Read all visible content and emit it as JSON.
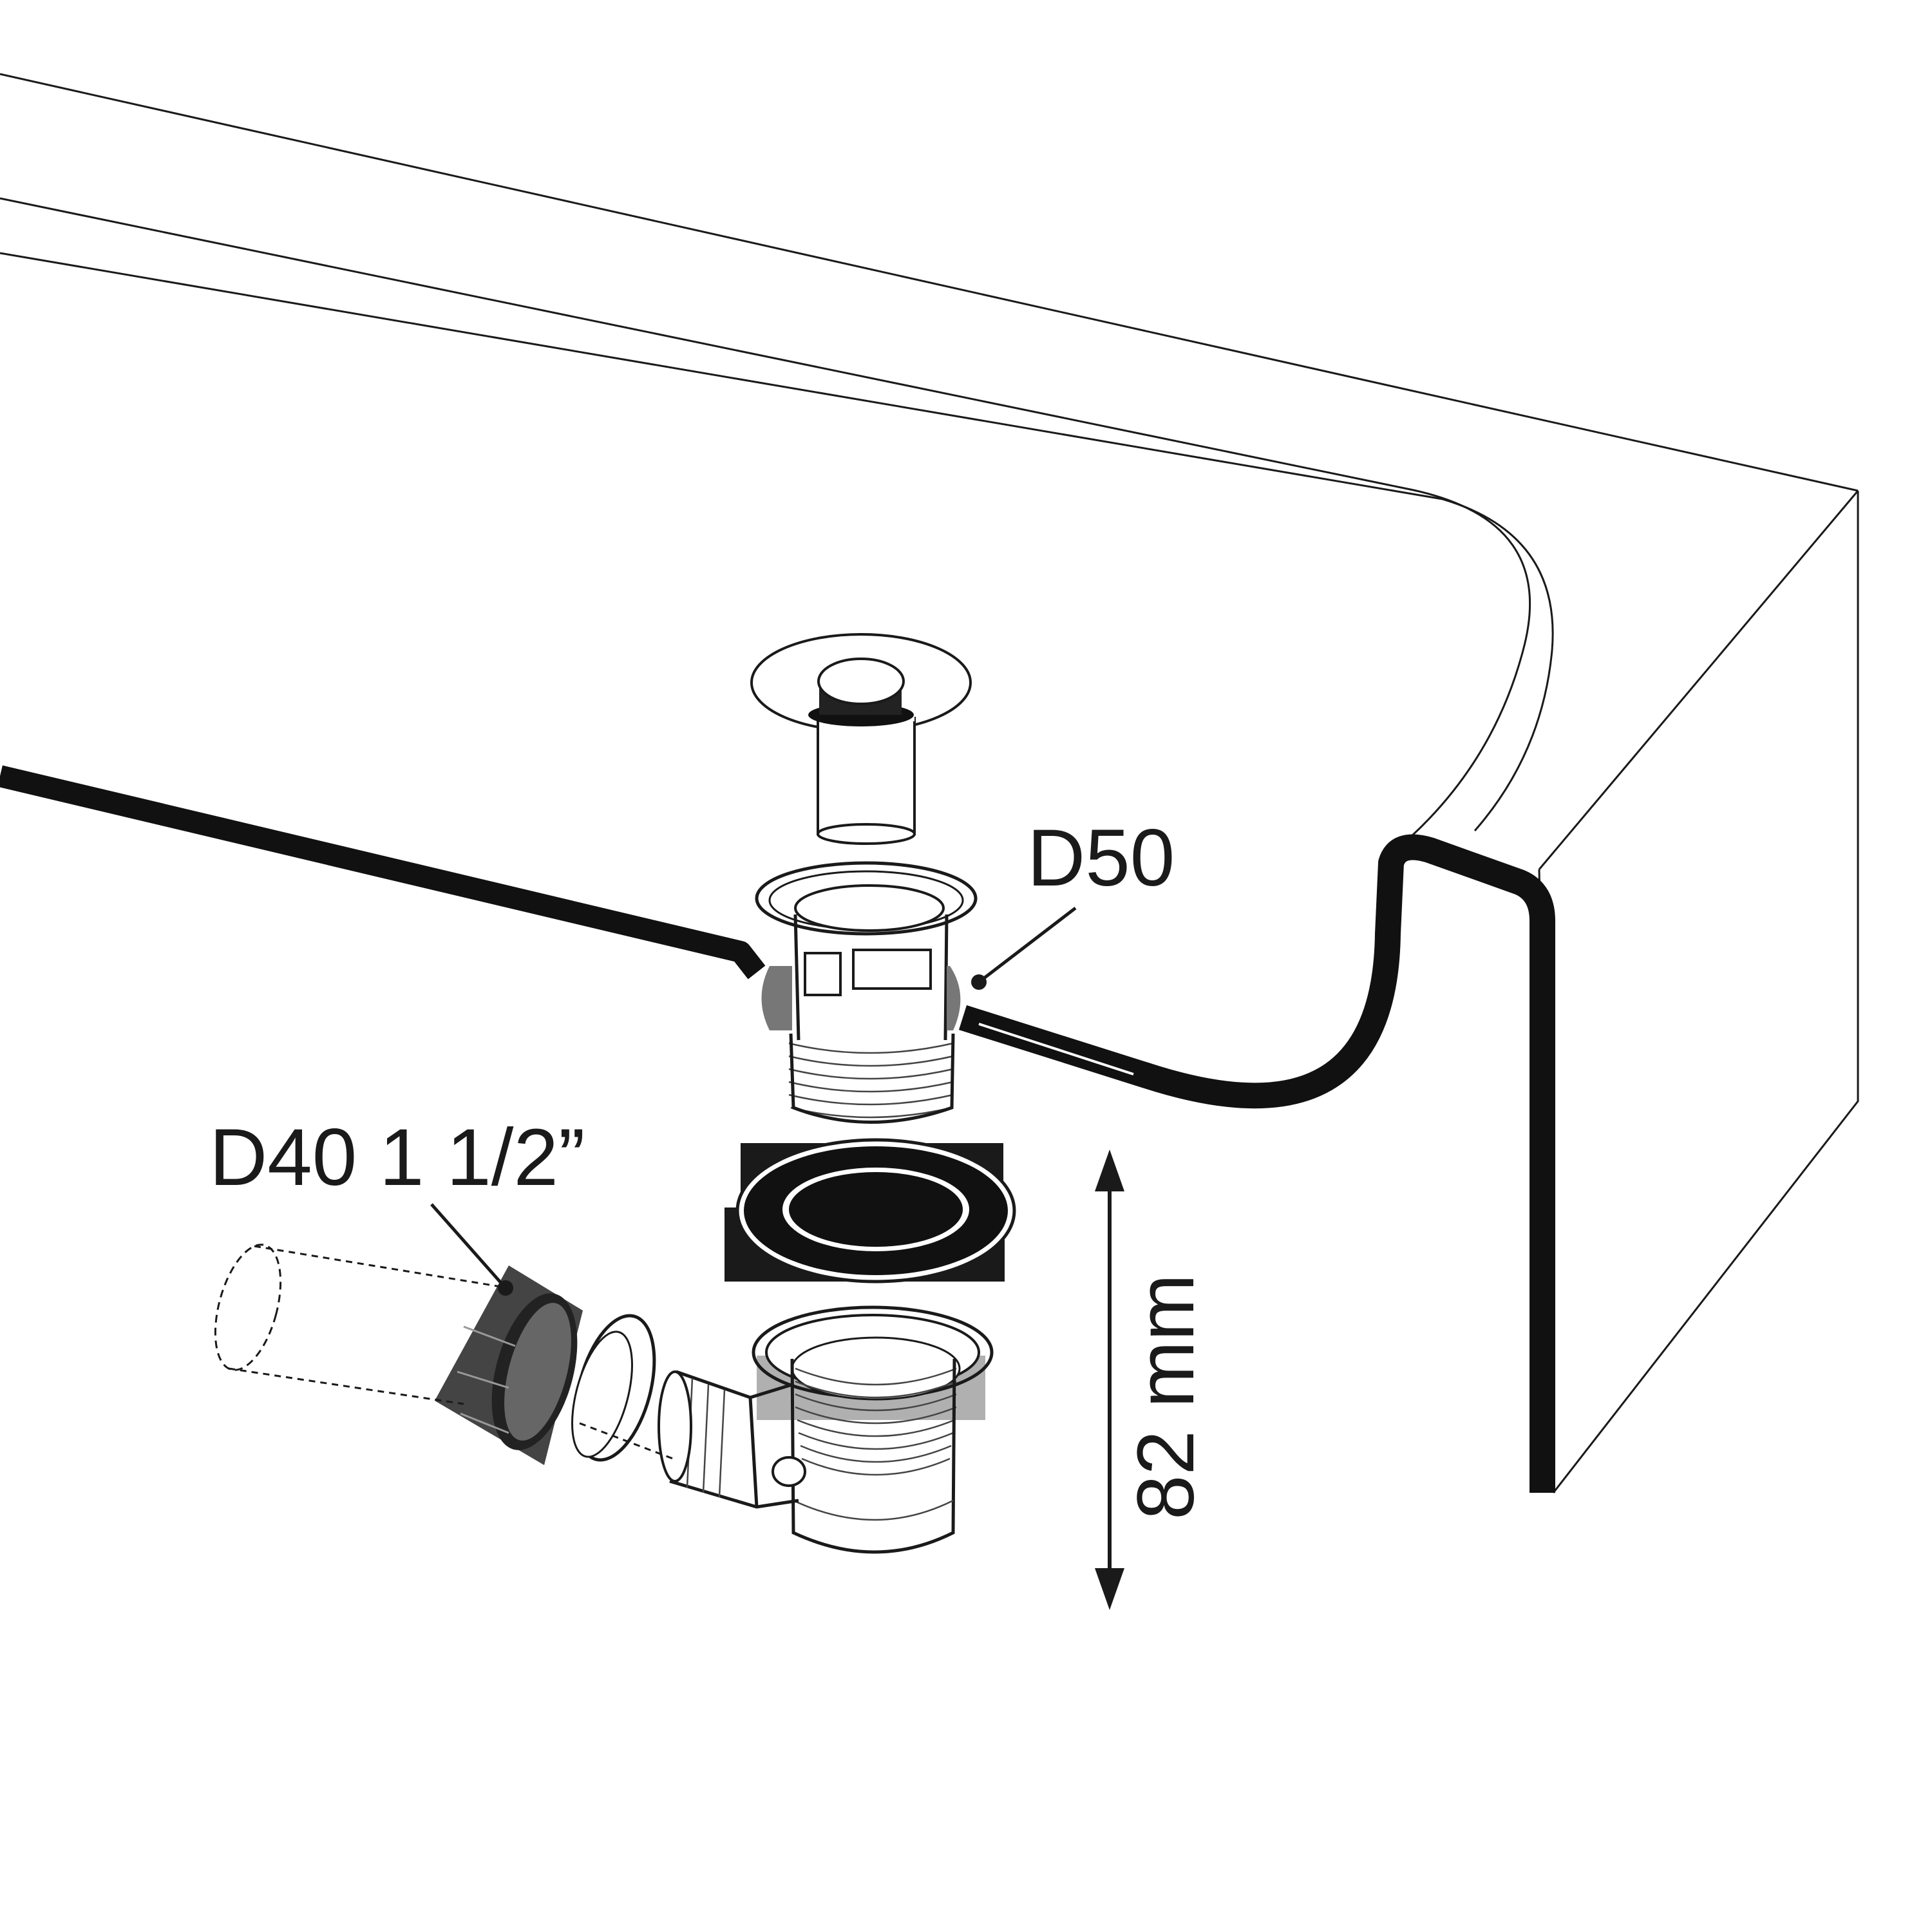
{
  "labels": {
    "d50": "D50",
    "d40": "D40 1 1/2”",
    "dimension": "82 mm"
  },
  "colors": {
    "line": "#1a1a1a",
    "background": "#ffffff",
    "gray": "#b0b0b0",
    "dark_gray": "#555555"
  }
}
